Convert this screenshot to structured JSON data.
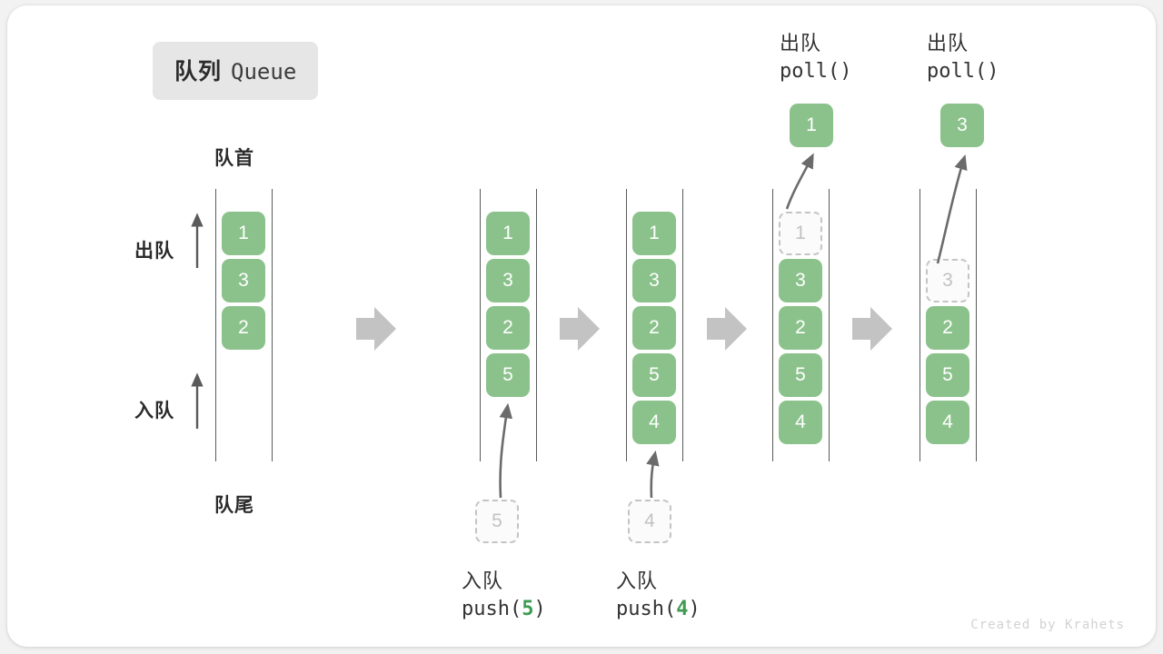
{
  "title": {
    "cn": "队列",
    "en": "Queue"
  },
  "labels": {
    "head": "队首",
    "tail": "队尾",
    "dequeue": "出队",
    "enqueue": "入队"
  },
  "colors": {
    "cell_fill": "#8bc28b",
    "cell_text": "#ffffff",
    "ghost_border": "#c4c4c4",
    "ghost_text": "#c2c2c2",
    "rail": "#5a5a5a",
    "step_arrow": "#c3c3c3",
    "accent_number": "#3f9a52",
    "badge_bg": "#e6e6e6",
    "card_bg": "#ffffff",
    "page_bg": "#f2f2f2"
  },
  "stages": [
    {
      "name": "initial",
      "cells": [
        {
          "value": "1",
          "state": "filled"
        },
        {
          "value": "3",
          "state": "filled"
        },
        {
          "value": "2",
          "state": "filled"
        }
      ],
      "caption_cn": "",
      "caption_code": "",
      "incoming": null,
      "outgoing": null
    },
    {
      "name": "after-push-5",
      "cells": [
        {
          "value": "1",
          "state": "filled"
        },
        {
          "value": "3",
          "state": "filled"
        },
        {
          "value": "2",
          "state": "filled"
        },
        {
          "value": "5",
          "state": "filled"
        }
      ],
      "caption_cn": "入队",
      "caption_code": "push(5)",
      "caption_arg": "5",
      "incoming": {
        "value": "5",
        "state": "ghost"
      },
      "outgoing": null
    },
    {
      "name": "after-push-4",
      "cells": [
        {
          "value": "1",
          "state": "filled"
        },
        {
          "value": "3",
          "state": "filled"
        },
        {
          "value": "2",
          "state": "filled"
        },
        {
          "value": "5",
          "state": "filled"
        },
        {
          "value": "4",
          "state": "filled"
        }
      ],
      "caption_cn": "入队",
      "caption_code": "push(4)",
      "caption_arg": "4",
      "incoming": {
        "value": "4",
        "state": "ghost"
      },
      "outgoing": null
    },
    {
      "name": "after-poll-1",
      "cells": [
        {
          "value": "1",
          "state": "ghost"
        },
        {
          "value": "3",
          "state": "filled"
        },
        {
          "value": "2",
          "state": "filled"
        },
        {
          "value": "5",
          "state": "filled"
        },
        {
          "value": "4",
          "state": "filled"
        }
      ],
      "caption_cn": "出队",
      "caption_code": "poll()",
      "incoming": null,
      "outgoing": {
        "value": "1",
        "state": "filled"
      }
    },
    {
      "name": "after-poll-3",
      "cells": [
        {
          "value": "",
          "state": "empty"
        },
        {
          "value": "3",
          "state": "ghost"
        },
        {
          "value": "2",
          "state": "filled"
        },
        {
          "value": "5",
          "state": "filled"
        },
        {
          "value": "4",
          "state": "filled"
        }
      ],
      "caption_cn": "出队",
      "caption_code": "poll()",
      "incoming": null,
      "outgoing": {
        "value": "3",
        "state": "filled"
      }
    }
  ],
  "step_arrows": 4,
  "credit": "Created by Krahets"
}
